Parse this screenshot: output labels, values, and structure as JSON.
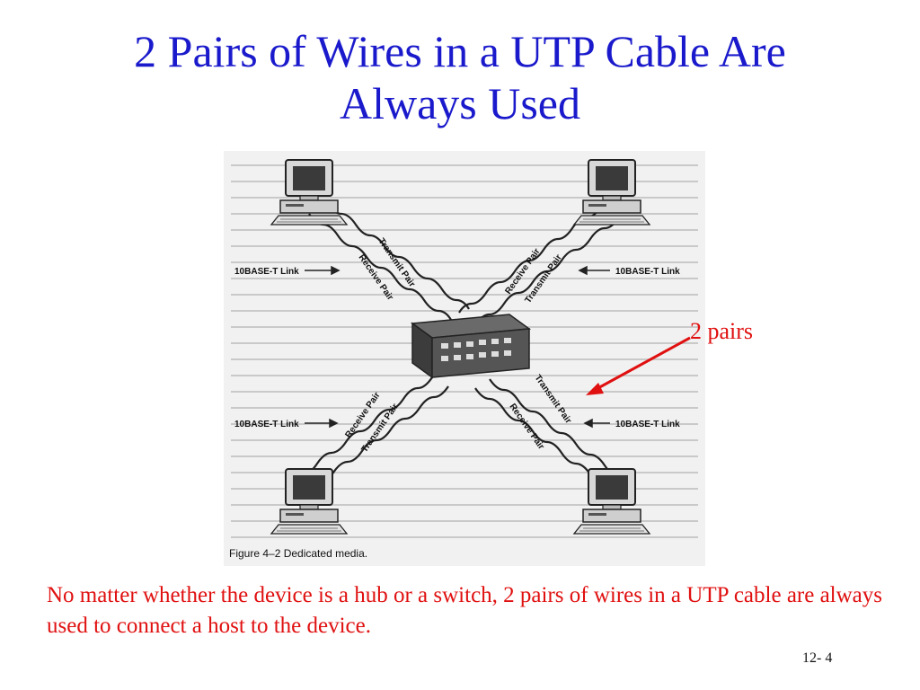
{
  "slide": {
    "title_line1": "2 Pairs of Wires in a UTP Cable Are",
    "title_line2": "Always Used",
    "callout": "2 pairs",
    "caption": "No matter whether the device is a hub or a switch, 2 pairs of wires in a UTP cable are always used to connect a host to the device.",
    "slide_number": "12- 4"
  },
  "figure": {
    "link_label_tl": "10BASE-T Link",
    "link_label_tr": "10BASE-T Link",
    "link_label_bl": "10BASE-T Link",
    "link_label_br": "10BASE-T Link",
    "pair_tl_transmit": "Transmit Pair",
    "pair_tl_receive": "Receive Pair",
    "pair_tr_receive": "Receive Pair",
    "pair_tr_transmit": "Transmit Pair",
    "pair_bl_receive": "Receive Pair",
    "pair_bl_transmit": "Transmit Pair",
    "pair_br_transmit": "Transmit Pair",
    "pair_br_receive": "Receive Pair",
    "caption": "Figure 4–2  Dedicated media."
  },
  "colors": {
    "title": "#1a1acc",
    "callout": "#e01010",
    "caption": "#e01010"
  }
}
